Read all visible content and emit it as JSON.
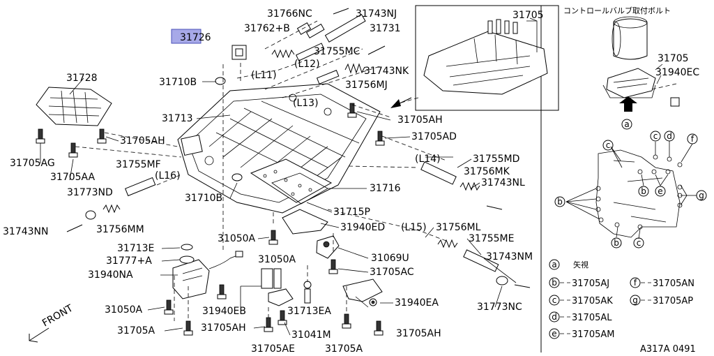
{
  "highlight_color": "#a7a9e8",
  "highlighted_part": "31726",
  "inset_header": "コントロールバルブ取付ボルト",
  "diagram_code": "A317A 0491",
  "front_label": "FRONT",
  "parts": {
    "p31766NC": "31766NC",
    "p31743NJ": "31743NJ",
    "p31762B": "31762+B",
    "p31731": "31731",
    "p31755MC": "31755MC",
    "pL12": "(L12)",
    "p31743NK": "31743NK",
    "pL11": "(L11)",
    "p31756MJ": "31756MJ",
    "p31710B_1": "31710B",
    "pL13": "(L13)",
    "p31728": "31728",
    "p31713": "31713",
    "p31705AH_1": "31705AH",
    "p31705AD": "31705AD",
    "p31705AH_2": "31705AH",
    "p31705AG": "31705AG",
    "p31705AA": "31705AA",
    "p31755MF": "31755MF",
    "pL16": "(L16)",
    "pL14": "(L14)",
    "p31755MD": "31755MD",
    "p31756MK": "31756MK",
    "p31743NL": "31743NL",
    "p31773ND": "31773ND",
    "p31710B_2": "31710B",
    "p31716": "31716",
    "p31715P": "31715P",
    "p31940ED": "31940ED",
    "p31743NN": "31743NN",
    "p31756MM": "31756MM",
    "pL15": "(L15)",
    "p31756ML": "31756ML",
    "p31755ME": "31755ME",
    "p31050A_1": "31050A",
    "p31713E": "31713E",
    "p31069U": "31069U",
    "p31777A": "31777+A",
    "p31050A_2": "31050A",
    "p31743NM": "31743NM",
    "p31940NA": "31940NA",
    "p31705AC": "31705AC",
    "p31940EB": "31940EB",
    "p31940EA": "31940EA",
    "p31050A_3": "31050A",
    "p31713EA": "31713EA",
    "p31773NC": "31773NC",
    "p31705A_1": "31705A",
    "p31705AH_3": "31705AH",
    "p31041M": "31041M",
    "p31705AH_4": "31705AH",
    "p31705AE": "31705AE",
    "p31705A_2": "31705A",
    "p31705": "31705"
  },
  "inset": {
    "part_31705": "31705",
    "part_31940EC": "31940EC",
    "arrow_marker": "a",
    "callouts": [
      "c",
      "d",
      "f",
      "c",
      "b",
      "e",
      "g",
      "b",
      "b",
      "c"
    ]
  },
  "legend": [
    {
      "key": "a",
      "text": "矢視"
    },
    {
      "key": "b",
      "text": "31705AJ"
    },
    {
      "key": "f",
      "text": "31705AN"
    },
    {
      "key": "c",
      "text": "31705AK"
    },
    {
      "key": "g",
      "text": "31705AP"
    },
    {
      "key": "d",
      "text": "31705AL"
    },
    {
      "key": "e",
      "text": "31705AM"
    }
  ]
}
